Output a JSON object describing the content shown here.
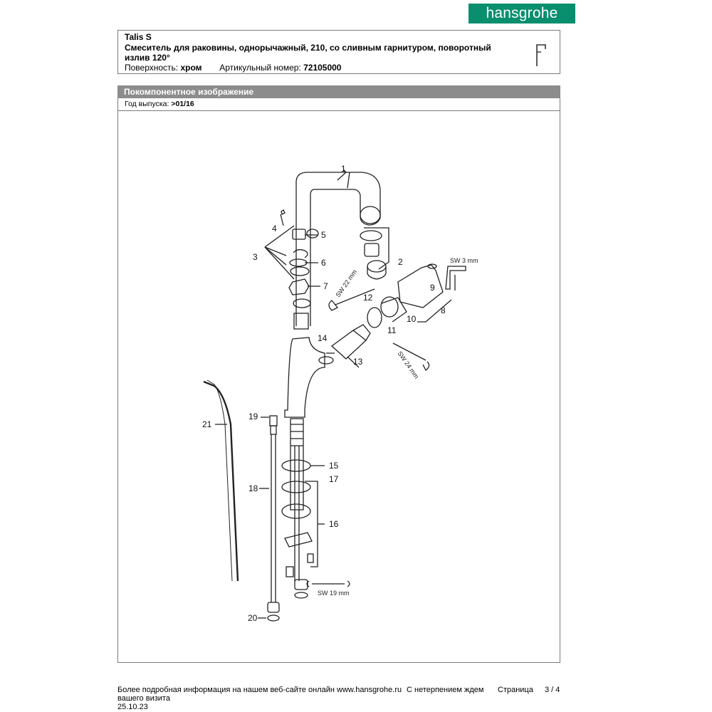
{
  "brand": {
    "logo_text": "hansgrohe",
    "logo_color": "#0a8f6e"
  },
  "header": {
    "product_name": "Talis S",
    "description_line1": "Смеситель для раковины, однорычажный, 210, со сливным гарнитуром, поворотный",
    "description_line2": "излив 120°",
    "surface_label": "Поверхность:",
    "surface_value": "хром",
    "article_label": "Артикульный номер:",
    "article_value": "72105000"
  },
  "section": {
    "title": "Покомпонентное изображение",
    "year_label": "Год выпуска:",
    "year_value": ">01/16"
  },
  "diagram": {
    "callouts": [
      "1",
      "2",
      "3",
      "4",
      "5",
      "6",
      "7",
      "8",
      "9",
      "10",
      "11",
      "12",
      "13",
      "14",
      "15",
      "16",
      "17",
      "18",
      "19",
      "20",
      "21"
    ],
    "tool_labels": {
      "sw3": "SW 3 mm",
      "sw22": "SW 22 mm",
      "sw24": "SW 24 mm",
      "sw19": "SW 19 mm"
    }
  },
  "footer": {
    "info_text": "Более подробная информация на нашем веб-сайте онлайн",
    "website": "www.hansgrohe.ru",
    "visit_line1": "С нетерпением ждем",
    "visit_line2": "вашего визита",
    "page_label": "Страница",
    "page_value": "3 / 4",
    "date": "25.10.23"
  }
}
